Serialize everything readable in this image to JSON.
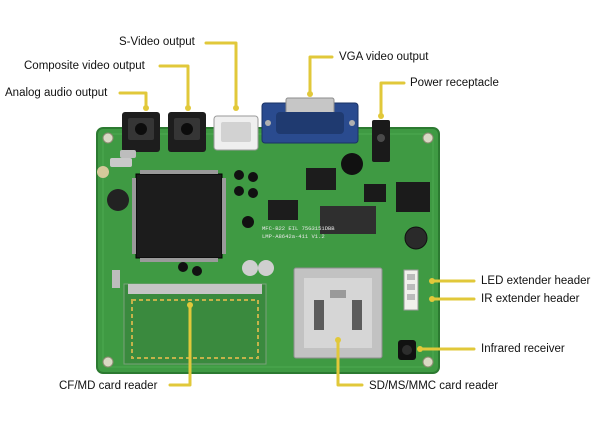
{
  "callouts": {
    "svideo": "S-Video output",
    "composite": "Composite video output",
    "analog_audio": "Analog audio output",
    "vga": "VGA video output",
    "power": "Power receptacle",
    "led_header": "LED extender header",
    "ir_header": "IR extender header",
    "ir_receiver": "Infrared receiver",
    "cf_reader": "CF/MD card reader",
    "sd_reader": "SD/MS/MMC card reader"
  },
  "board_text": {
    "model_line1": "MFC-B22 EIL 75G3151DBB",
    "model_line2": "LMP-A8642a-411 V1.2"
  },
  "colors": {
    "leader": "#e1c83a",
    "pcb": "#3f9a43",
    "pcb_dark": "#2c7a31",
    "vga_blue": "#2a4b8f",
    "chip": "#1c1c1c",
    "metal": "#b8b8b8"
  }
}
